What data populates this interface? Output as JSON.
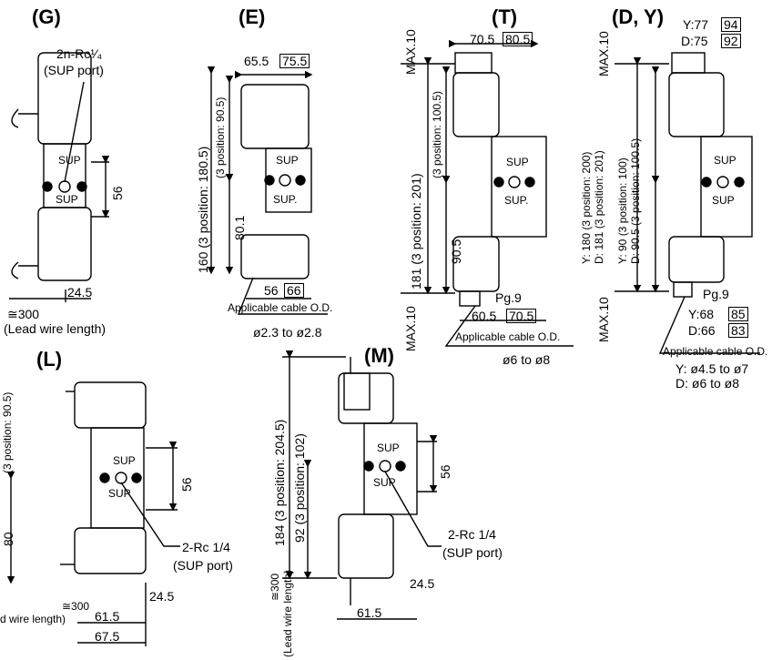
{
  "views": {
    "G": {
      "title": "(G)",
      "port_spec": "2n-Rc¹⁄₄",
      "port_name": "(SUP port)",
      "dim_56": "56",
      "dim_245": "24.5",
      "lead_len": "≅300",
      "lead_caption": "(Lead wire length)",
      "sup_top": "SUP",
      "sup_bottom": "SUP"
    },
    "E": {
      "title": "(E)",
      "w1": "65.5",
      "w1_box": "75.5",
      "h_total": "160 (3 position: 180.5)",
      "h_mid": "(3 position: 90.5)",
      "h_801": "80.1",
      "b1": "56",
      "b1_box": "66",
      "cable": "Applicable cable O.D.",
      "cable_range": "ø2.3 to ø2.8",
      "sup_top": "SUP",
      "sup_bottom": "SUP."
    },
    "T": {
      "title": "(T)",
      "w1": "70.5",
      "w1_box": "80.5",
      "max_top": "MAX.10",
      "max_bot": "MAX.10",
      "h_total": "181 (3 position: 201)",
      "h_mid": "(3 position: 100.5)",
      "h_905": "90.5",
      "pg": "Pg.9",
      "b1": "60.5",
      "b1_box": "70.5",
      "cable": "Applicable cable O.D.",
      "cable_range": "ø6 to ø8",
      "sup_top": "SUP",
      "sup_bottom": "SUP."
    },
    "DY": {
      "title": "(D, Y)",
      "y_top": "Y:77",
      "y_top_box": "94",
      "d_top": "D:75",
      "d_top_box": "92",
      "max_top": "MAX.10",
      "max_bot": "MAX.10",
      "h_total_y": "Y: 180 (3 position: 200)",
      "h_total_d": "D: 181 (3 position: 201)",
      "h_mid_y": "Y: 90 (3 position: 100)",
      "h_mid_d": "D: 90.5 (3 position: 100.5)",
      "pg": "Pg.9",
      "y_bot": "Y:68",
      "y_bot_box": "85",
      "d_bot": "D:66",
      "d_bot_box": "83",
      "cable": "Applicable cable O.D.",
      "cable_y": "Y: ø4.5 to ø7",
      "cable_d": "D: ø6 to ø8",
      "sup_top": "SUP",
      "sup_bottom": "SUP"
    },
    "L": {
      "title": "(L)",
      "h_mid": "(3 position: 90.5)",
      "h_80": "80",
      "dim_56": "56",
      "port_spec": "2-Rc 1/4",
      "port_name": "(SUP port)",
      "dim_245": "24.5",
      "lead_len": "≅300",
      "lead_caption": "d wire length)",
      "b1": "61.5",
      "b2": "67.5",
      "sup_top": "SUP",
      "sup_bottom": "SUP"
    },
    "M": {
      "title": "(M)",
      "h_total": "184 (3 position: 204.5)",
      "h_mid": "92 (3 position: 102)",
      "dim_56": "56",
      "port_spec": "2-Rc 1/4",
      "port_name": "(SUP port)",
      "dim_245": "24.5",
      "lead_len": "≅300",
      "lead_caption": "(Lead wire length)",
      "b1": "61.5",
      "sup_top": "SUP",
      "sup_bottom": "SUP"
    }
  }
}
